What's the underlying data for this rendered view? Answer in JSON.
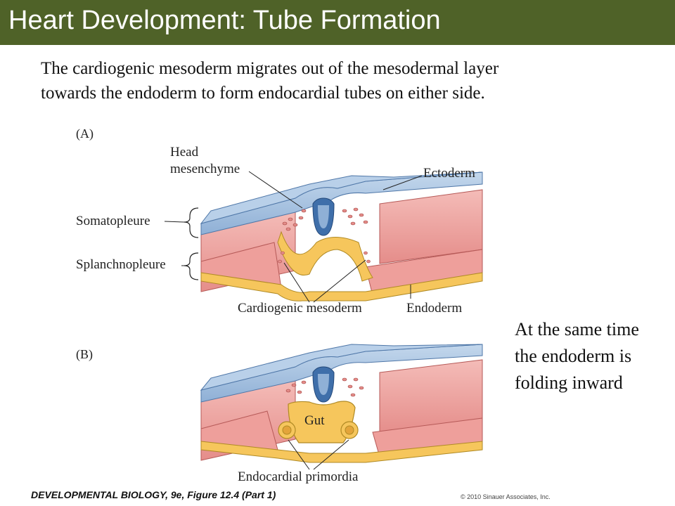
{
  "title": "Heart Development: Tube Formation",
  "intro_lines": [
    "The cardiogenic mesoderm migrates out of the mesodermal layer",
    "towards the endoderm to form endocardial tubes on either side."
  ],
  "side_note_lines": [
    "At the same time",
    "the endoderm is",
    "folding inward"
  ],
  "figure": {
    "panel_a": "(A)",
    "panel_b": "(B)",
    "labels": {
      "head": "Head",
      "mesenchyme": "mesenchyme",
      "ectoderm": "Ectoderm",
      "somatopleure": "Somatopleure",
      "splanchnopleure": "Splanchnopleure",
      "cardiogenic_mesoderm": "Cardiogenic mesoderm",
      "endoderm": "Endoderm",
      "gut": "Gut",
      "endocardial_primordia": "Endocardial primordia"
    }
  },
  "colors": {
    "title_bar": "#4f6228",
    "ectoderm": "#9dbcdc",
    "mesoderm": "#f2b1ad",
    "endoderm": "#f6c65c",
    "neural": "#3f6faa"
  },
  "caption": "DEVELOPMENTAL BIOLOGY, 9e, Figure 12.4 (Part 1)",
  "copyright": "© 2010 Sinauer Associates, Inc."
}
